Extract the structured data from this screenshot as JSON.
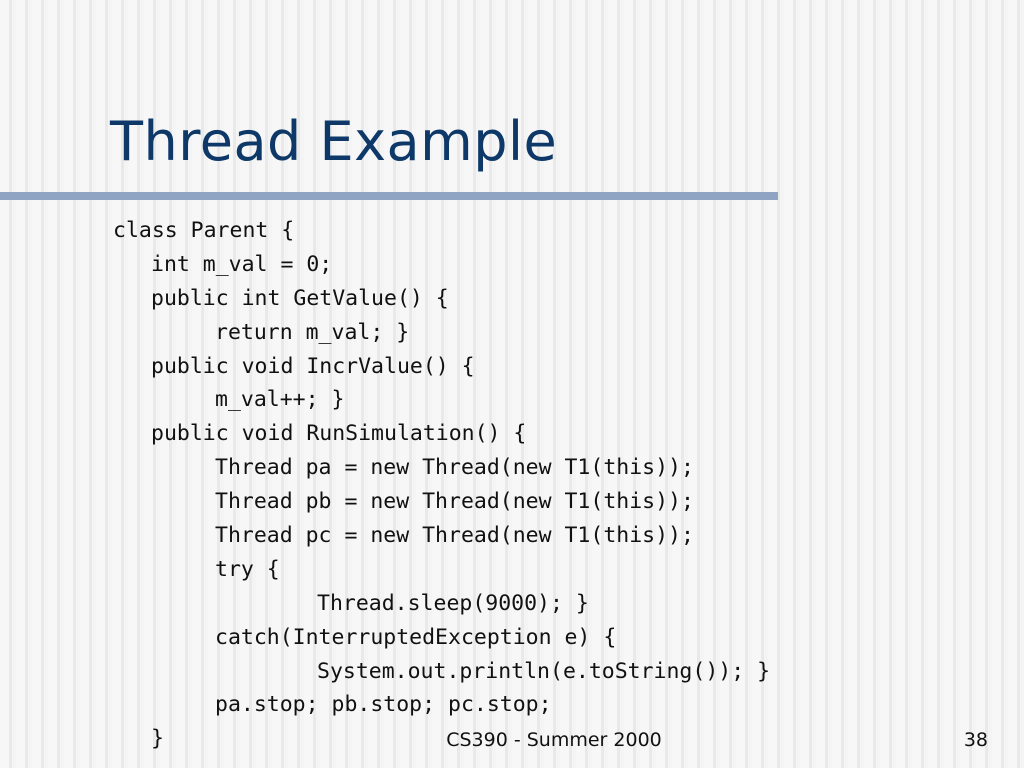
{
  "slide": {
    "title": "Thread Example",
    "footer": "CS390 - Summer 2000",
    "page_number": "38"
  },
  "colors": {
    "title": "#0d3868",
    "rule": "#8fa4c3",
    "text": "#111111"
  },
  "code": {
    "lines": [
      {
        "indent": 0,
        "text": "class Parent {"
      },
      {
        "indent": 1,
        "text": "int m_val = 0;"
      },
      {
        "indent": 1,
        "text": "public int GetValue() {"
      },
      {
        "indent": 2,
        "text": "return m_val; }"
      },
      {
        "indent": 1,
        "text": "public void IncrValue() {"
      },
      {
        "indent": 2,
        "text": "m_val++; }"
      },
      {
        "indent": 1,
        "text": "public void RunSimulation() {"
      },
      {
        "indent": 2,
        "text": "Thread pa = new Thread(new T1(this));"
      },
      {
        "indent": 2,
        "text": "Thread pb = new Thread(new T1(this));"
      },
      {
        "indent": 2,
        "text": "Thread pc = new Thread(new T1(this));"
      },
      {
        "indent": 2,
        "text": "try {"
      },
      {
        "indent": 3,
        "text": "Thread.sleep(9000); }"
      },
      {
        "indent": 2,
        "text": "catch(InterruptedException e) {"
      },
      {
        "indent": 3,
        "text": "System.out.println(e.toString()); }"
      },
      {
        "indent": 2,
        "text": "pa.stop; pb.stop; pc.stop;"
      },
      {
        "indent": 1,
        "text": "}"
      }
    ]
  }
}
